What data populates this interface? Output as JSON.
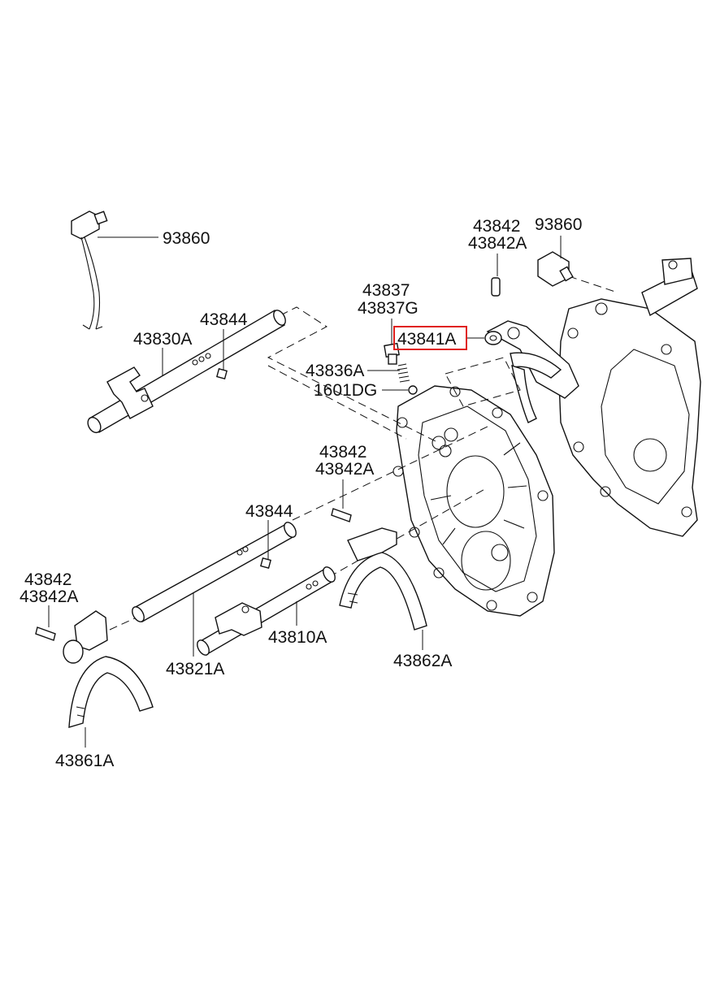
{
  "highlight_color": "#e0201c",
  "labels": {
    "top_left_switch": "93860",
    "top_right_pin_a": "43842",
    "top_right_pin_b": "43842A",
    "top_right_switch": "93860",
    "bolt_a": "43837",
    "bolt_b": "43837G",
    "highlighted_part": "43841A",
    "spring": "43836A",
    "ball": "1601DG",
    "upper_key": "43844",
    "upper_rail": "43830A",
    "mid_pin_a": "43842",
    "mid_pin_b": "43842A",
    "mid_key": "43844",
    "left_pin_a": "43842",
    "left_pin_b": "43842A",
    "rail": "43821A",
    "lower_rail": "43810A",
    "right_fork": "43862A",
    "left_fork": "43861A"
  }
}
